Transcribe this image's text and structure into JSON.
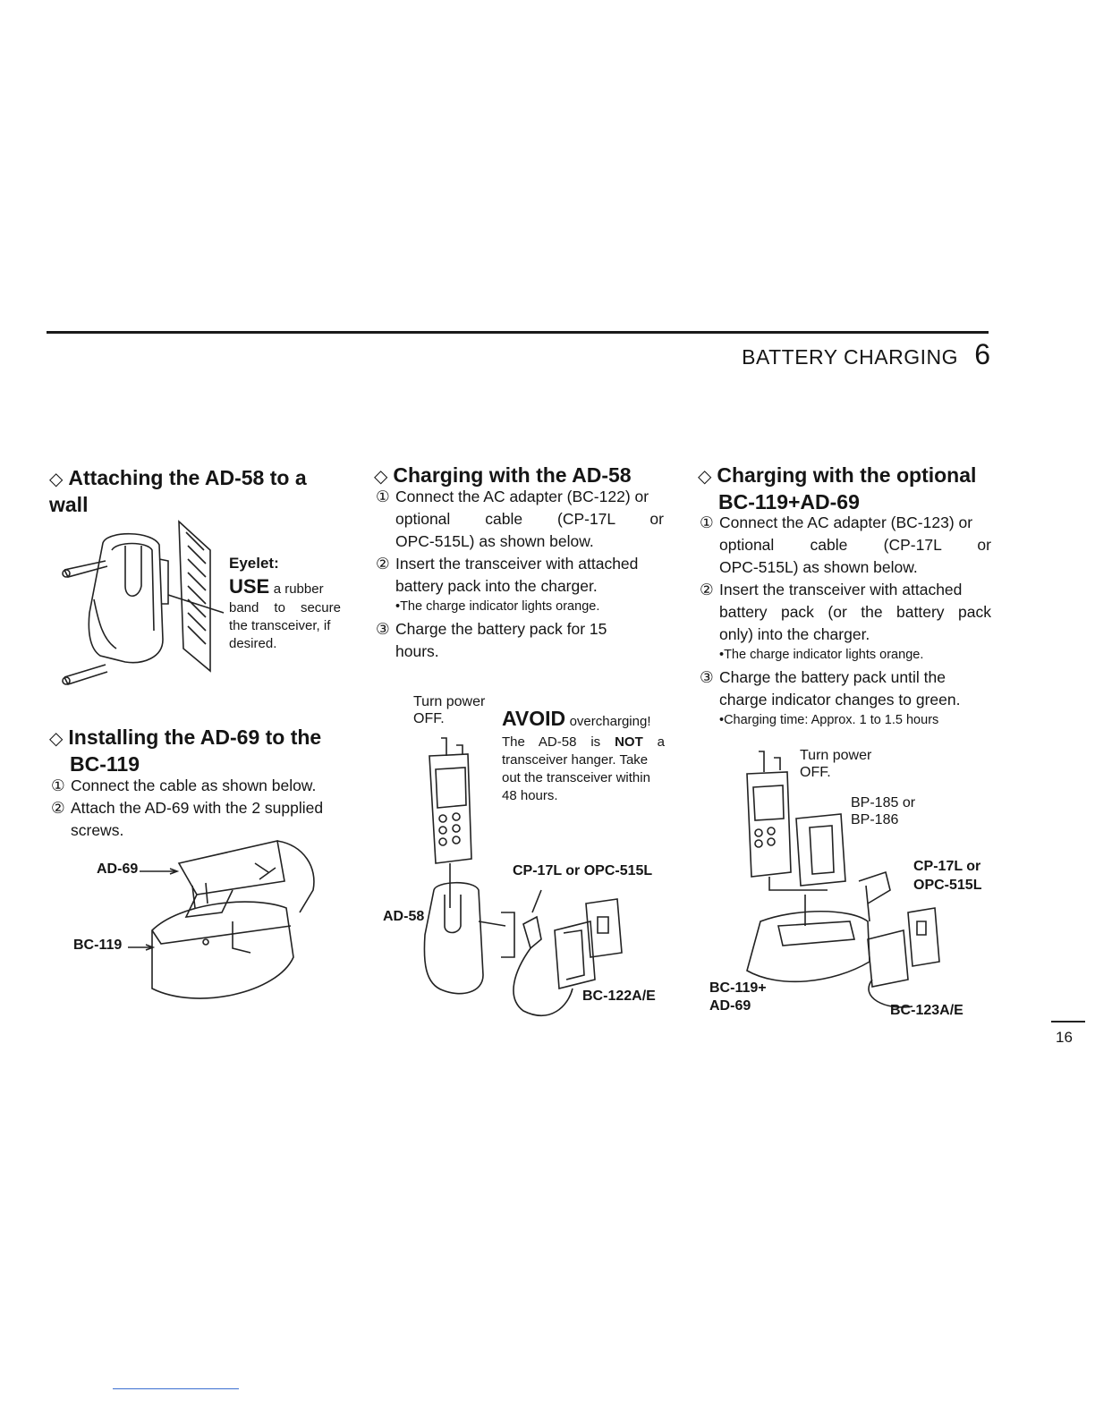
{
  "header": {
    "section_title": "BATTERY CHARGING",
    "section_number": "6"
  },
  "col1": {
    "heading1": "Attaching the AD-58 to a wall",
    "eyelet_title": "Eyelet:",
    "eyelet_use": "USE",
    "eyelet_text1": "a rubber",
    "eyelet_text2": "band to secure",
    "eyelet_text3": "the transceiver, if",
    "eyelet_text4": "desired.",
    "heading2_line1": "Installing the AD-69 to the",
    "heading2_line2": "BC-119",
    "step1": "Connect the cable as shown below.",
    "step2_line1": "Attach the AD-69 with the 2 supplied",
    "step2_line2": "screws.",
    "label_ad69": "AD-69",
    "label_bc119": "BC-119"
  },
  "col2": {
    "heading": "Charging with the AD-58",
    "step1_line1": "Connect the AC adapter (BC-122) or",
    "step1_line2": "optional cable (CP-17L or",
    "step1_line3": "OPC-515L) as shown below.",
    "step2_line1": "Insert the transceiver with attached",
    "step2_line2": "battery pack into the charger.",
    "step2_note": "•The charge indicator lights orange.",
    "step3_line1": "Charge the battery pack for 15",
    "step3_line2": "hours.",
    "turn_power": "Turn power",
    "off": "OFF.",
    "avoid": "AVOID",
    "avoid_rest": "overcharging!",
    "avoid_line2a": "The AD-58 is ",
    "avoid_not": "NOT",
    "avoid_line2b": " a",
    "avoid_line3": "transceiver hanger. Take",
    "avoid_line4": "out the transceiver within",
    "avoid_line5": "48 hours.",
    "label_cable": "CP-17L or OPC-515L",
    "label_ad58": "AD-58",
    "label_bc122": "BC-122A/E"
  },
  "col3": {
    "heading_line1": "Charging with the optional",
    "heading_line2": "BC-119+AD-69",
    "step1_line1": "Connect the AC adapter (BC-123) or",
    "step1_line2": "optional cable (CP-17L or",
    "step1_line3": "OPC-515L) as shown below.",
    "step2_line1": "Insert the transceiver with attached",
    "step2_line2": "battery pack (or the battery pack",
    "step2_line3": "only) into the charger.",
    "step2_note": "•The charge indicator lights orange.",
    "step3_line1": "Charge the battery pack until the",
    "step3_line2": "charge indicator changes to green.",
    "step3_note": "•Charging time: Approx. 1 to 1.5 hours",
    "turn_power": "Turn power",
    "off": "OFF.",
    "bp_line1": "BP-185 or",
    "bp_line2": "BP-186",
    "cable_line1": "CP-17L or",
    "cable_line2": "OPC-515L",
    "bc119_line1": "BC-119+",
    "bc119_line2": "AD-69",
    "label_bc123": "BC-123A/E"
  },
  "page_number": "16",
  "step_markers": [
    "①",
    "②",
    "③"
  ],
  "diamond": "◇"
}
